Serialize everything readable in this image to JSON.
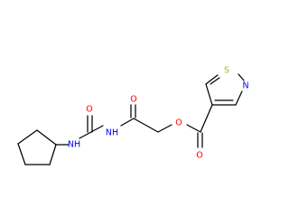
{
  "molecule": {
    "colors": {
      "bond": "#000000",
      "carbon": "#000000",
      "oxygen": "#ff0000",
      "nitrogen": "#0000ff",
      "sulfur": "#b8b800",
      "background": "#ffffff"
    },
    "atoms": [
      {
        "id": "o_ester",
        "label": "O",
        "element": "oxygen"
      },
      {
        "id": "o_ester_carbonyl",
        "label": "O",
        "element": "oxygen"
      },
      {
        "id": "o_amide",
        "label": "O",
        "element": "oxygen"
      },
      {
        "id": "o_urea",
        "label": "O",
        "element": "oxygen"
      },
      {
        "id": "n_imide",
        "label": "NH",
        "element": "nitrogen"
      },
      {
        "id": "n_amine",
        "label": "NH",
        "element": "nitrogen"
      },
      {
        "id": "n_isothiazole",
        "label": "N",
        "element": "nitrogen"
      },
      {
        "id": "s_isothiazole",
        "label": "S",
        "element": "sulfur"
      }
    ]
  }
}
